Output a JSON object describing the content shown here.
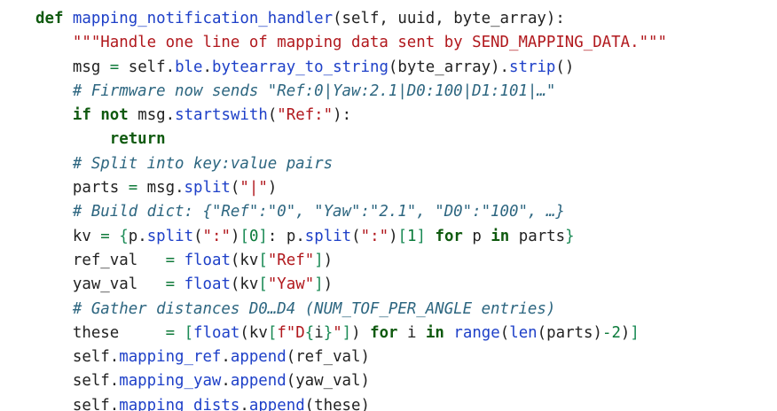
{
  "colors": {
    "background": "#ffffff",
    "default": "#1f1f1f",
    "keyword": "#0f5a0f",
    "method": "#1e40c8",
    "string": "#b1181d",
    "comment": "#2d6680",
    "number": "#0a7a3a",
    "bracket": "#1a8a55",
    "operator": "#0f7a3a"
  },
  "code": {
    "lines": [
      [
        {
          "t": "kw",
          "v": "def"
        },
        {
          "t": "var",
          "v": " "
        },
        {
          "t": "fn",
          "v": "mapping_notification_handler"
        },
        {
          "t": "punc",
          "v": "(self, uuid, byte_array):"
        }
      ],
      [
        {
          "t": "var",
          "v": "    "
        },
        {
          "t": "str",
          "v": "\"\"\"Handle one line of mapping data sent by SEND_MAPPING_DATA.\"\"\""
        }
      ],
      [
        {
          "t": "var",
          "v": "    msg "
        },
        {
          "t": "op",
          "v": "="
        },
        {
          "t": "var",
          "v": " self."
        },
        {
          "t": "fn",
          "v": "ble"
        },
        {
          "t": "punc",
          "v": "."
        },
        {
          "t": "fn",
          "v": "bytearray_to_string"
        },
        {
          "t": "punc",
          "v": "(byte_array)."
        },
        {
          "t": "fn",
          "v": "strip"
        },
        {
          "t": "punc",
          "v": "()"
        }
      ],
      [
        {
          "t": "var",
          "v": "    "
        },
        {
          "t": "cmt",
          "v": "# Firmware now sends \"Ref:0|Yaw:2.1|D0:100|D1:101|…\""
        }
      ],
      [
        {
          "t": "var",
          "v": "    "
        },
        {
          "t": "kw",
          "v": "if"
        },
        {
          "t": "var",
          "v": " "
        },
        {
          "t": "kw",
          "v": "not"
        },
        {
          "t": "var",
          "v": " msg."
        },
        {
          "t": "fn",
          "v": "startswith"
        },
        {
          "t": "punc",
          "v": "("
        },
        {
          "t": "str",
          "v": "\"Ref:\""
        },
        {
          "t": "punc",
          "v": "):"
        }
      ],
      [
        {
          "t": "var",
          "v": "        "
        },
        {
          "t": "kw",
          "v": "return"
        }
      ],
      [
        {
          "t": "var",
          "v": "    "
        },
        {
          "t": "cmt",
          "v": "# Split into key:value pairs"
        }
      ],
      [
        {
          "t": "var",
          "v": "    parts "
        },
        {
          "t": "op",
          "v": "="
        },
        {
          "t": "var",
          "v": " msg."
        },
        {
          "t": "fn",
          "v": "split"
        },
        {
          "t": "punc",
          "v": "("
        },
        {
          "t": "str",
          "v": "\"|\""
        },
        {
          "t": "punc",
          "v": ")"
        }
      ],
      [
        {
          "t": "var",
          "v": "    "
        },
        {
          "t": "cmt",
          "v": "# Build dict: {\"Ref\":\"0\", \"Yaw\":\"2.1\", \"D0\":\"100\", …}"
        }
      ],
      [
        {
          "t": "var",
          "v": "    kv "
        },
        {
          "t": "op",
          "v": "="
        },
        {
          "t": "var",
          "v": " "
        },
        {
          "t": "brk",
          "v": "{"
        },
        {
          "t": "var",
          "v": "p."
        },
        {
          "t": "fn",
          "v": "split"
        },
        {
          "t": "punc",
          "v": "("
        },
        {
          "t": "str",
          "v": "\":\""
        },
        {
          "t": "punc",
          "v": ")"
        },
        {
          "t": "brk",
          "v": "["
        },
        {
          "t": "num",
          "v": "0"
        },
        {
          "t": "brk",
          "v": "]"
        },
        {
          "t": "punc",
          "v": ": p."
        },
        {
          "t": "fn",
          "v": "split"
        },
        {
          "t": "punc",
          "v": "("
        },
        {
          "t": "str",
          "v": "\":\""
        },
        {
          "t": "punc",
          "v": ")"
        },
        {
          "t": "brk",
          "v": "["
        },
        {
          "t": "num",
          "v": "1"
        },
        {
          "t": "brk",
          "v": "]"
        },
        {
          "t": "var",
          "v": " "
        },
        {
          "t": "kw",
          "v": "for"
        },
        {
          "t": "var",
          "v": " p "
        },
        {
          "t": "kw",
          "v": "in"
        },
        {
          "t": "var",
          "v": " parts"
        },
        {
          "t": "brk",
          "v": "}"
        }
      ],
      [
        {
          "t": "var",
          "v": "    ref_val   "
        },
        {
          "t": "op",
          "v": "="
        },
        {
          "t": "var",
          "v": " "
        },
        {
          "t": "fn",
          "v": "float"
        },
        {
          "t": "punc",
          "v": "(kv"
        },
        {
          "t": "brk",
          "v": "["
        },
        {
          "t": "str",
          "v": "\"Ref\""
        },
        {
          "t": "brk",
          "v": "]"
        },
        {
          "t": "punc",
          "v": ")"
        }
      ],
      [
        {
          "t": "var",
          "v": "    yaw_val   "
        },
        {
          "t": "op",
          "v": "="
        },
        {
          "t": "var",
          "v": " "
        },
        {
          "t": "fn",
          "v": "float"
        },
        {
          "t": "punc",
          "v": "(kv"
        },
        {
          "t": "brk",
          "v": "["
        },
        {
          "t": "str",
          "v": "\"Yaw\""
        },
        {
          "t": "brk",
          "v": "]"
        },
        {
          "t": "punc",
          "v": ")"
        }
      ],
      [
        {
          "t": "var",
          "v": "    "
        },
        {
          "t": "cmt",
          "v": "# Gather distances D0…D4 (NUM_TOF_PER_ANGLE entries)"
        }
      ],
      [
        {
          "t": "var",
          "v": "    these     "
        },
        {
          "t": "op",
          "v": "="
        },
        {
          "t": "var",
          "v": " "
        },
        {
          "t": "brk",
          "v": "["
        },
        {
          "t": "fn",
          "v": "float"
        },
        {
          "t": "punc",
          "v": "(kv"
        },
        {
          "t": "brk",
          "v": "["
        },
        {
          "t": "str",
          "v": "f\"D"
        },
        {
          "t": "brk",
          "v": "{"
        },
        {
          "t": "var",
          "v": "i"
        },
        {
          "t": "brk",
          "v": "}"
        },
        {
          "t": "str",
          "v": "\""
        },
        {
          "t": "brk",
          "v": "]"
        },
        {
          "t": "punc",
          "v": ") "
        },
        {
          "t": "kw",
          "v": "for"
        },
        {
          "t": "var",
          "v": " i "
        },
        {
          "t": "kw",
          "v": "in"
        },
        {
          "t": "var",
          "v": " "
        },
        {
          "t": "fn",
          "v": "range"
        },
        {
          "t": "punc",
          "v": "("
        },
        {
          "t": "fn",
          "v": "len"
        },
        {
          "t": "punc",
          "v": "(parts)"
        },
        {
          "t": "op",
          "v": "-"
        },
        {
          "t": "num",
          "v": "2"
        },
        {
          "t": "punc",
          "v": ")"
        },
        {
          "t": "brk",
          "v": "]"
        }
      ],
      [
        {
          "t": "var",
          "v": "    self."
        },
        {
          "t": "fn",
          "v": "mapping_ref"
        },
        {
          "t": "punc",
          "v": "."
        },
        {
          "t": "fn",
          "v": "append"
        },
        {
          "t": "punc",
          "v": "(ref_val)"
        }
      ],
      [
        {
          "t": "var",
          "v": "    self."
        },
        {
          "t": "fn",
          "v": "mapping_yaw"
        },
        {
          "t": "punc",
          "v": "."
        },
        {
          "t": "fn",
          "v": "append"
        },
        {
          "t": "punc",
          "v": "(yaw_val)"
        }
      ],
      [
        {
          "t": "var",
          "v": "    self."
        },
        {
          "t": "fn",
          "v": "mapping_dists"
        },
        {
          "t": "punc",
          "v": "."
        },
        {
          "t": "fn",
          "v": "append"
        },
        {
          "t": "punc",
          "v": "(these)"
        }
      ]
    ]
  }
}
